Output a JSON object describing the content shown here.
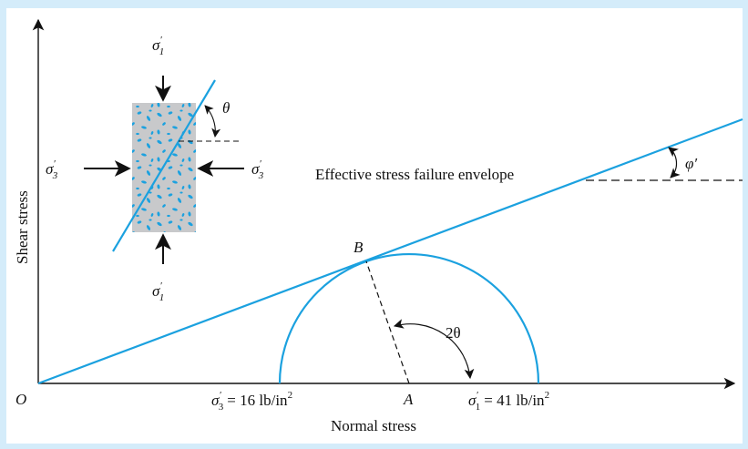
{
  "colors": {
    "background_frame": "#d4ecfa",
    "accent_line": "#1ba1df",
    "specimen_fill": "#c8c9cb",
    "specimen_flecks": "#1ba1df",
    "text": "#111111"
  },
  "labels": {
    "y_axis": "Shear stress",
    "x_axis": "Normal stress",
    "origin": "O",
    "point_b": "B",
    "point_a": "A",
    "envelope": "Effective stress failure envelope",
    "phi": "φ′",
    "two_theta": "2θ",
    "theta": "θ",
    "sigma3_value": "= 16 lb/in",
    "sigma1_value": "= 41 lb/in",
    "power": "2",
    "sigma": "σ",
    "prime": "′",
    "sub1": "1",
    "sub3": "3"
  },
  "icons": {
    "arrow": "arrow-icon",
    "curved_arrow": "curved-double-arrow-icon"
  },
  "chart_data": {
    "type": "mohr-circle",
    "sigma3": 16,
    "sigma1": 41,
    "units": "lb/in²"
  }
}
